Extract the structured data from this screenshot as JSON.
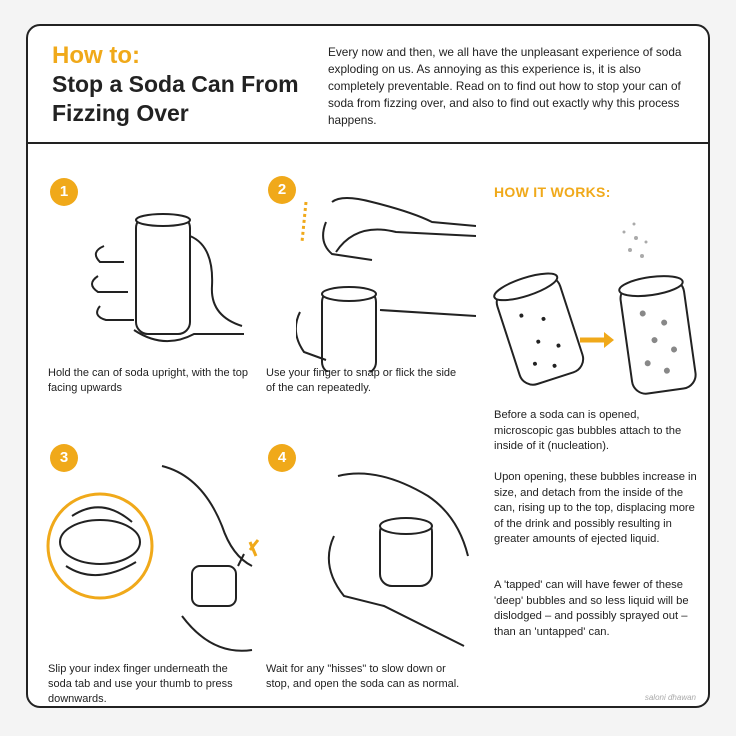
{
  "header": {
    "title_small": "How to:",
    "title_main": "Stop a Soda Can From Fizzing Over",
    "intro": "Every now and then, we all have the unpleasant experience of soda exploding on us. As annoying as this experience is, it is also completely preventable. Read on to find out how to stop your can of soda from fizzing over, and also to find out exactly why this process happens."
  },
  "steps": [
    {
      "number": "1",
      "text": "Hold the can of soda upright, with the top facing upwards"
    },
    {
      "number": "2",
      "text": "Use your finger to snap or flick the side of the can repeatedly."
    },
    {
      "number": "3",
      "text": "Slip your index finger underneath the soda tab and use your thumb to press downwards."
    },
    {
      "number": "4",
      "text": "Wait for any \"hisses\" to slow down or stop, and open the soda can as normal."
    }
  ],
  "how_it_works": {
    "title": "HOW IT WORKS:",
    "paragraphs": [
      "Before a soda can is opened, microscopic gas bubbles attach to the inside of it (nucleation).",
      "Upon opening, these bubbles increase in size, and detach from the inside of the can, rising up to the top,  displacing more of the drink and possibly resulting in greater amounts of ejected liquid.",
      "A 'tapped' can will have fewer of these 'deep' bubbles and so less liquid will be dislodged – and possibly sprayed out – than an 'untapped' can."
    ]
  },
  "credit": "saloni dhawan",
  "colors": {
    "accent": "#f0a91a",
    "ink": "#222222"
  },
  "icons": [
    "arrow-icon",
    "can-illustration",
    "hand-illustration"
  ]
}
